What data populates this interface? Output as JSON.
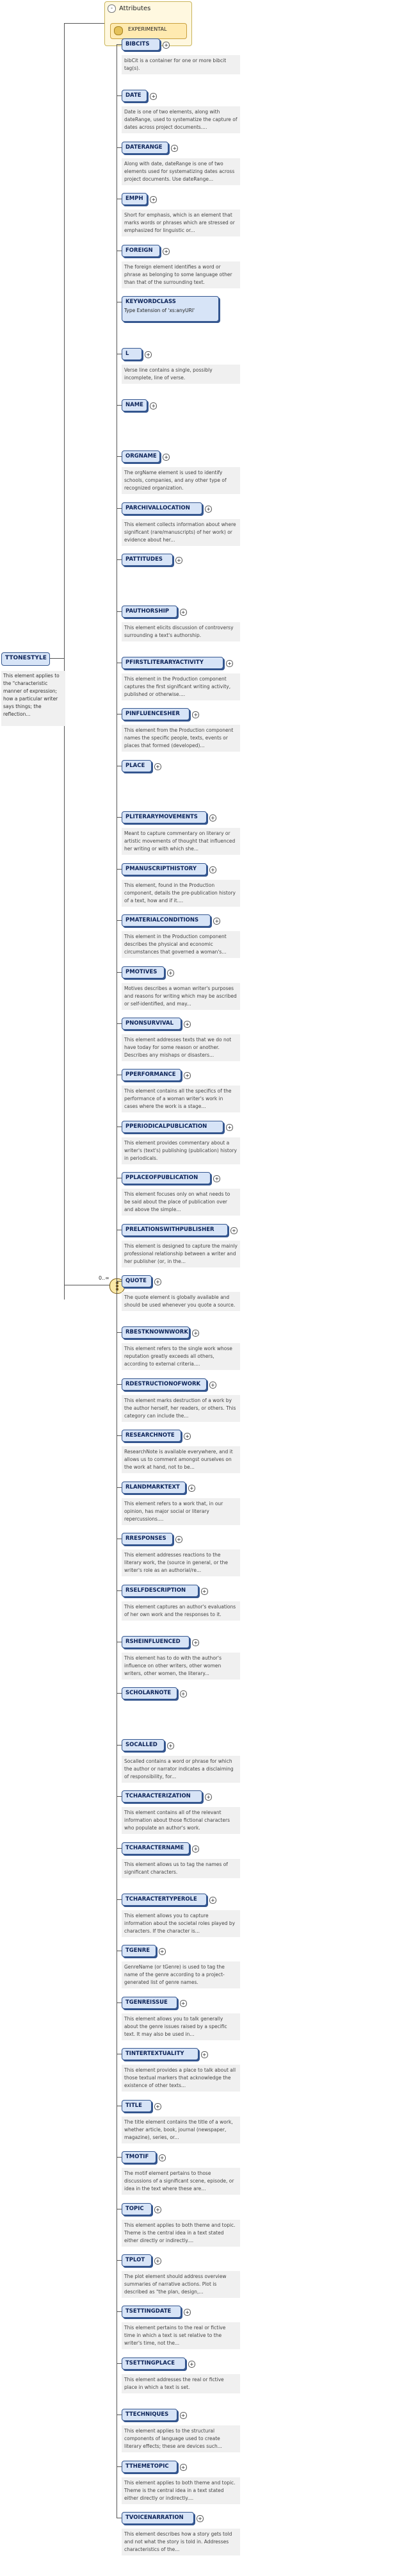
{
  "attributes": {
    "title": "Attributes",
    "toggle": "-",
    "items": [
      {
        "name": "EXPERIMENTAL"
      }
    ]
  },
  "root": {
    "name": "TTONESTYLE",
    "description": "This element applies to the \"characteristic manner of expression; how a particular writer says things; the reflection..."
  },
  "choice": {
    "occurrence": "0..∞"
  },
  "elements": [
    {
      "name": "BIBCITS",
      "desc": "bibCit is a container for one or more bibcit tag(s)."
    },
    {
      "name": "DATE",
      "desc": "Date is one of two elements, along with dateRange, used to systematize the capture of dates across project documents...."
    },
    {
      "name": "DATERANGE",
      "desc": "Along with date, dateRange is one of two elements used for systematizing dates across project documents. Use dateRange..."
    },
    {
      "name": "EMPH",
      "desc": "Short for emphasis, which is an element that marks words or phrases which are stressed or emphasized for linguistic or..."
    },
    {
      "name": "FOREIGN",
      "desc": "The foreign element identifies a word or phrase as belonging to some language other than that of the surrounding text."
    },
    {
      "name": "KEYWORDCLASS",
      "type": "Type    Extension of 'xs:anyURI'",
      "desc": ""
    },
    {
      "name": "L",
      "desc": "Verse line contains a single, possibly incomplete, line of verse."
    },
    {
      "name": "NAME",
      "desc": ""
    },
    {
      "name": "ORGNAME",
      "desc": "The orgName element is used to identify schools, companies, and any other type of recognized organization."
    },
    {
      "name": "PARCHIVALLOCATION",
      "desc": "This element collects information about where significant (rare/manuscripts) of her work) or evidence about her..."
    },
    {
      "name": "PATTITUDES",
      "desc": ""
    },
    {
      "name": "PAUTHORSHIP",
      "desc": "This element elicits discussion of controversy surrounding a text's authorship."
    },
    {
      "name": "PFIRSTLITERARYACTIVITY",
      "desc": "This element in the Production component captures the first significant writing activity, published or otherwise...."
    },
    {
      "name": "PINFLUENCESHER",
      "desc": "This element from the Production component names the specific people, texts, events or places that formed (developed)..."
    },
    {
      "name": "PLACE",
      "desc": ""
    },
    {
      "name": "PLITERARYMOVEMENTS",
      "desc": "Meant to capture commentary on literary or artistic movements of thought that influenced her writing or with which she..."
    },
    {
      "name": "PMANUSCRIPTHISTORY",
      "desc": "This element, found in the Production component, details the pre-publication history of a text, how and if it...."
    },
    {
      "name": "PMATERIALCONDITIONS",
      "desc": "This element in the Production component describes the physical and economic circumstances that governed a woman's..."
    },
    {
      "name": "PMOTIVES",
      "desc": "Motives describes a woman writer's purposes and reasons for writing which may be ascribed or self-identified, and may..."
    },
    {
      "name": "PNONSURVIVAL",
      "desc": "This element addresses texts that we do not have today for some reason or another. Describes any mishaps or disasters..."
    },
    {
      "name": "PPERFORMANCE",
      "desc": "This element contains all the specifics of the performance of a woman writer's work in cases where the work is a stage..."
    },
    {
      "name": "PPERIODICALPUBLICATION",
      "desc": "This element provides commentary about a writer's (text's) publishing (publication) history in periodicals."
    },
    {
      "name": "PPLACEOFPUBLICATION",
      "desc": "This element focuses only on what needs to be said about the place of publication over and above the simple..."
    },
    {
      "name": "PRELATIONSWITHPUBLISHER",
      "desc": "This element is designed to capture the mainly professional relationship between a writer and her publisher (or, in the..."
    },
    {
      "name": "QUOTE",
      "desc": "The quote element is globally available and should be used whenever you quote a source."
    },
    {
      "name": "RBESTKNOWNWORK",
      "desc": "This element refers to the single work whose reputation greatly exceeds all others, according to external criteria...."
    },
    {
      "name": "RDESTRUCTIONOFWORK",
      "desc": "This element marks destruction of a work by the author herself, her readers, or others. This category can include the..."
    },
    {
      "name": "RESEARCHNOTE",
      "desc": "ResearchNote is available everywhere, and it allows us to comment amongst ourselves on the work at hand, not to be..."
    },
    {
      "name": "RLANDMARKTEXT",
      "desc": "This element refers to a work that, in our opinion, has major social or literary repercussions...."
    },
    {
      "name": "RRESPONSES",
      "desc": "This element addresses reactions to the literary work, the (source in general, or the writer's role as an authorial/re..."
    },
    {
      "name": "RSELFDESCRIPTION",
      "desc": "This element captures an author's evaluations of her own work and the responses to it."
    },
    {
      "name": "RSHEINFLUENCED",
      "desc": "This element has to do with the author's influence on other writers, other women writers, other women, the literary..."
    },
    {
      "name": "SCHOLARNOTE",
      "desc": ""
    },
    {
      "name": "SOCALLED",
      "desc": "Socalled contains a word or phrase for which the author or narrator indicates a disclaiming of responsibility, for..."
    },
    {
      "name": "TCHARACTERIZATION",
      "desc": "This element contains all of the relevant information about those fictional characters who populate an author's work."
    },
    {
      "name": "TCHARACTERNAME",
      "desc": "This element allows us to tag the names of significant characters."
    },
    {
      "name": "TCHARACTERTYPEROLE",
      "desc": "This element allows you to capture information about the societal roles played by characters. If the character is..."
    },
    {
      "name": "TGENRE",
      "desc": "GenreName (or tGenre) is used to tag the name of the genre according to a project-generated list of genre names."
    },
    {
      "name": "TGENREISSUE",
      "desc": "This element allows you to talk generally about the genre issues raised by a specific text. It may also be used in..."
    },
    {
      "name": "TINTERTEXTUALITY",
      "desc": "This element provides a place to talk about all those textual markers that acknowledge the existence of other texts..."
    },
    {
      "name": "TITLE",
      "desc": "The title element contains the title of a work, whether article, book, journal (newspaper, magazine), series, or..."
    },
    {
      "name": "TMOTIF",
      "desc": "The motif element pertains to those discussions of a significant scene, episode, or idea in the text where these are..."
    },
    {
      "name": "TOPIC",
      "desc": "This element applies to both theme and topic. Theme is the central idea in a text stated either directly or indirectly...."
    },
    {
      "name": "TPLOT",
      "desc": "The plot element should address overview summaries of narrative actions. Plot is described as \"the plan, design,..."
    },
    {
      "name": "TSETTINGDATE",
      "desc": "This element pertains to the real or fictive time in which a text is set relative to the writer's time, not the..."
    },
    {
      "name": "TSETTINGPLACE",
      "desc": "This element addresses the real or fictive place in which a text is set."
    },
    {
      "name": "TTECHNIQUES",
      "desc": "This element applies to the structural components of language used to create literary effects; these are devices such..."
    },
    {
      "name": "TTHEMETOPIC",
      "desc": "This element applies to both theme and topic. Theme is the central idea in a text stated either directly or indirectly...."
    },
    {
      "name": "TVOICENARRATION",
      "desc": "This element describes how a story gets told and not what the story is told in. Addresses characteristics of the..."
    }
  ]
}
